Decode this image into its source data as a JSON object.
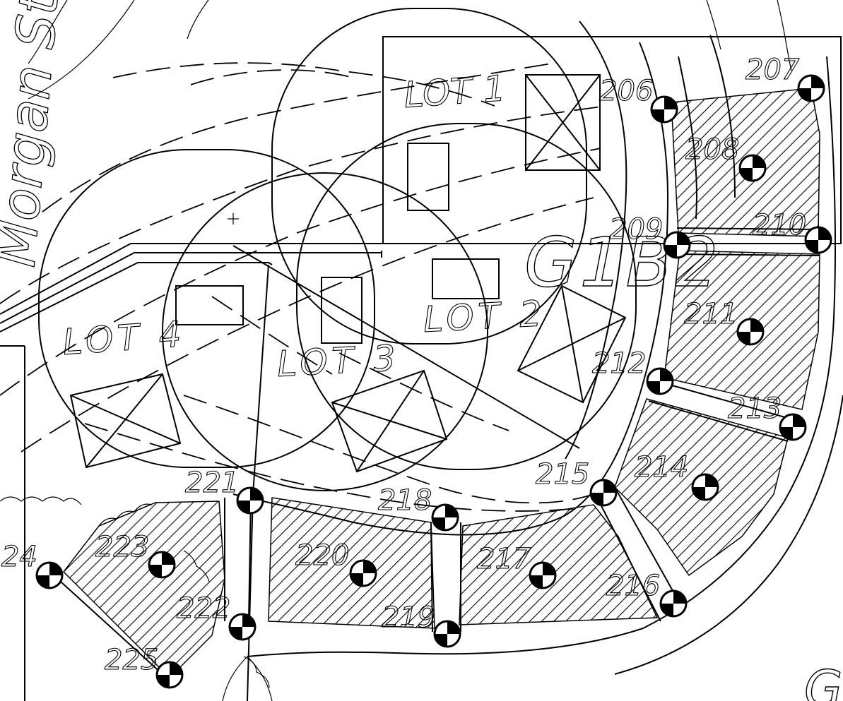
{
  "street_label": "Morgan Stat",
  "lots": [
    {
      "id": "lot-1",
      "label": "LOT 1"
    },
    {
      "id": "lot-2",
      "label": "LOT 2"
    },
    {
      "id": "lot-3",
      "label": "LOT 3"
    },
    {
      "id": "lot-4",
      "label": "LOT 4"
    }
  ],
  "area_label": "G1B2",
  "corner_letter": "G",
  "points": [
    {
      "id": "206",
      "label": "206"
    },
    {
      "id": "207",
      "label": "207"
    },
    {
      "id": "208",
      "label": "208"
    },
    {
      "id": "209",
      "label": "209"
    },
    {
      "id": "210",
      "label": "210"
    },
    {
      "id": "211",
      "label": "211"
    },
    {
      "id": "212",
      "label": "212"
    },
    {
      "id": "213",
      "label": "213"
    },
    {
      "id": "214",
      "label": "214"
    },
    {
      "id": "215",
      "label": "215"
    },
    {
      "id": "216",
      "label": "216"
    },
    {
      "id": "217",
      "label": "217"
    },
    {
      "id": "218",
      "label": "218"
    },
    {
      "id": "219",
      "label": "219"
    },
    {
      "id": "220",
      "label": "220"
    },
    {
      "id": "221",
      "label": "221"
    },
    {
      "id": "222",
      "label": "222"
    },
    {
      "id": "223",
      "label": "223"
    },
    {
      "id": "224",
      "label": "24"
    },
    {
      "id": "225",
      "label": "225"
    }
  ]
}
